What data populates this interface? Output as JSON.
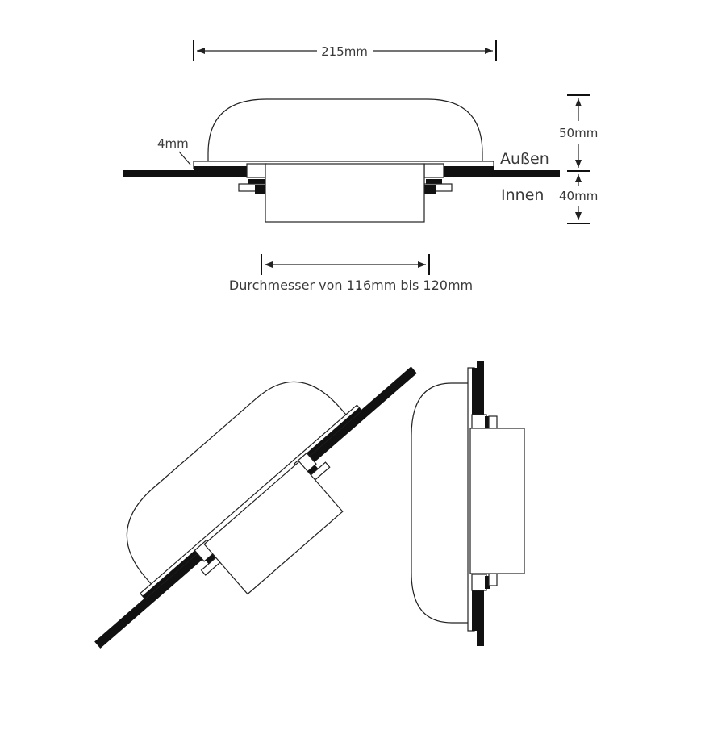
{
  "dimensions": {
    "width": "215mm",
    "flange": "4mm",
    "outside_height": "50mm",
    "inside_height": "40mm"
  },
  "labels": {
    "outside": "Außen",
    "inside": "Innen",
    "diameter": "Durchmesser von 116mm bis 120mm"
  },
  "colors": {
    "line": "#222222",
    "wall": "#111111",
    "text": "#3a3a3a",
    "background": "#ffffff"
  }
}
